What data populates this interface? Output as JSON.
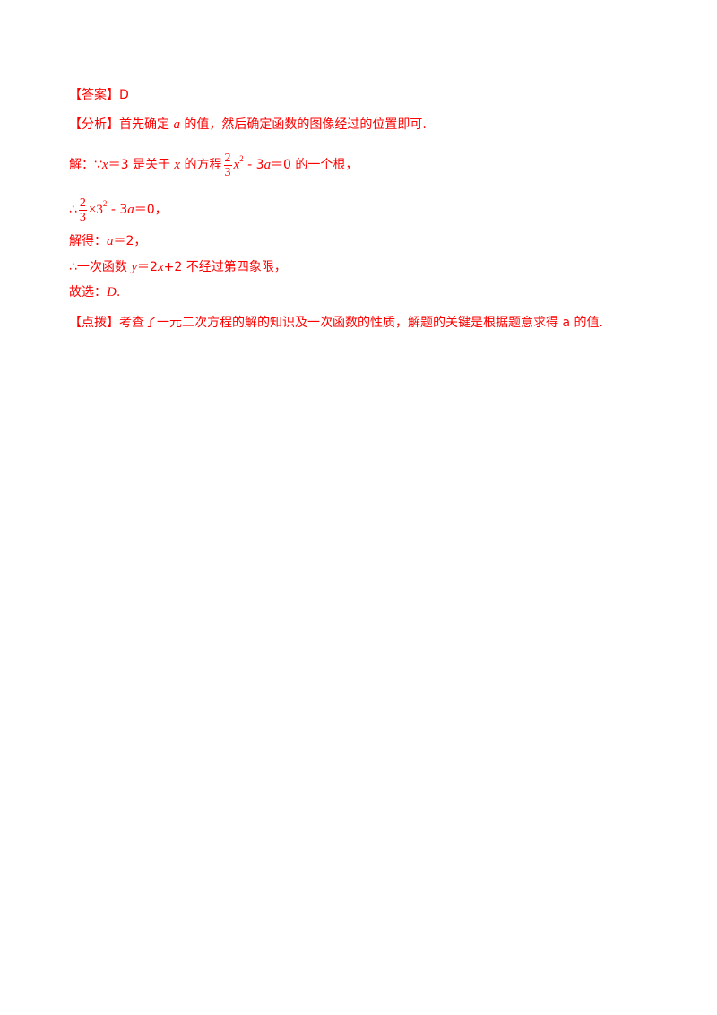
{
  "answer": {
    "label": "【答案】",
    "value": "D"
  },
  "analysis": {
    "label": "【分析】",
    "text_a": "首先确定",
    "var_a": "a",
    "text_b": "的值，然后确定函数的图像经过的位置即可."
  },
  "solution": {
    "line1": {
      "prefix": "解：",
      "because": "∵",
      "x": "x",
      "eq3": "＝3 是关于",
      "x2": "x",
      "text": " 的方程",
      "frac_num": "2",
      "frac_den": "3",
      "var": "x",
      "sup": "2",
      "rest_a": " - 3",
      "rest_var": "a",
      "rest_b": "＝0 的一个根，"
    },
    "line2": {
      "therefore": "∴",
      "frac_num": "2",
      "frac_den": "3",
      "times": "×3",
      "sup": "2",
      "rest_a": " - 3",
      "rest_var": "a",
      "rest_b": "＝0，"
    },
    "line3": {
      "prefix": "解得：",
      "var": "a",
      "rest": "＝2，"
    },
    "line4": {
      "therefore": "∴",
      "text_a": "一次函数 ",
      "var_y": "y",
      "eq": "＝2",
      "var_x": "x",
      "text_b": "+2 不经过第四象限，"
    },
    "line5": {
      "prefix": "故选：",
      "choice": "D",
      "end": "."
    }
  },
  "tip": {
    "label": "【点拨】",
    "text": "考查了一元二次方程的解的知识及一次函数的性质，解题的关键是根据题意求得 a 的值."
  }
}
